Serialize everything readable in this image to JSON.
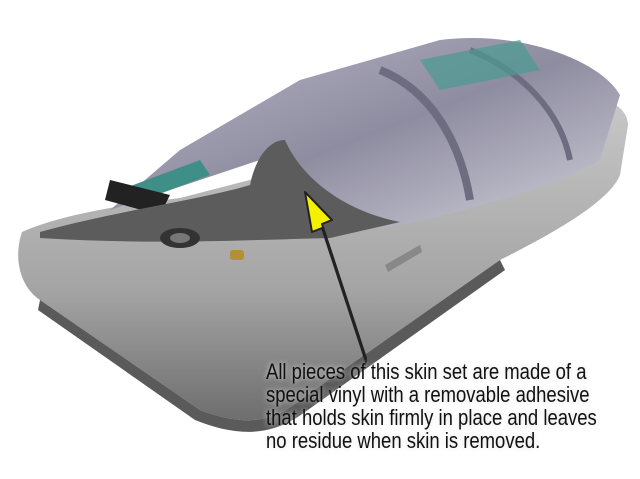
{
  "caption": {
    "lines": [
      "All pieces of this skin set are made of a",
      "special vinyl with a removable adhesive",
      "that holds skin firmly in place and leaves",
      "no residue when skin is removed."
    ]
  },
  "colors": {
    "arrow": "#f5f000",
    "phone_body": "#a8a8a8",
    "skin": "#9a98aa",
    "skin_accent": "#4a9a92",
    "peel_flap": "#5c5c5c"
  }
}
